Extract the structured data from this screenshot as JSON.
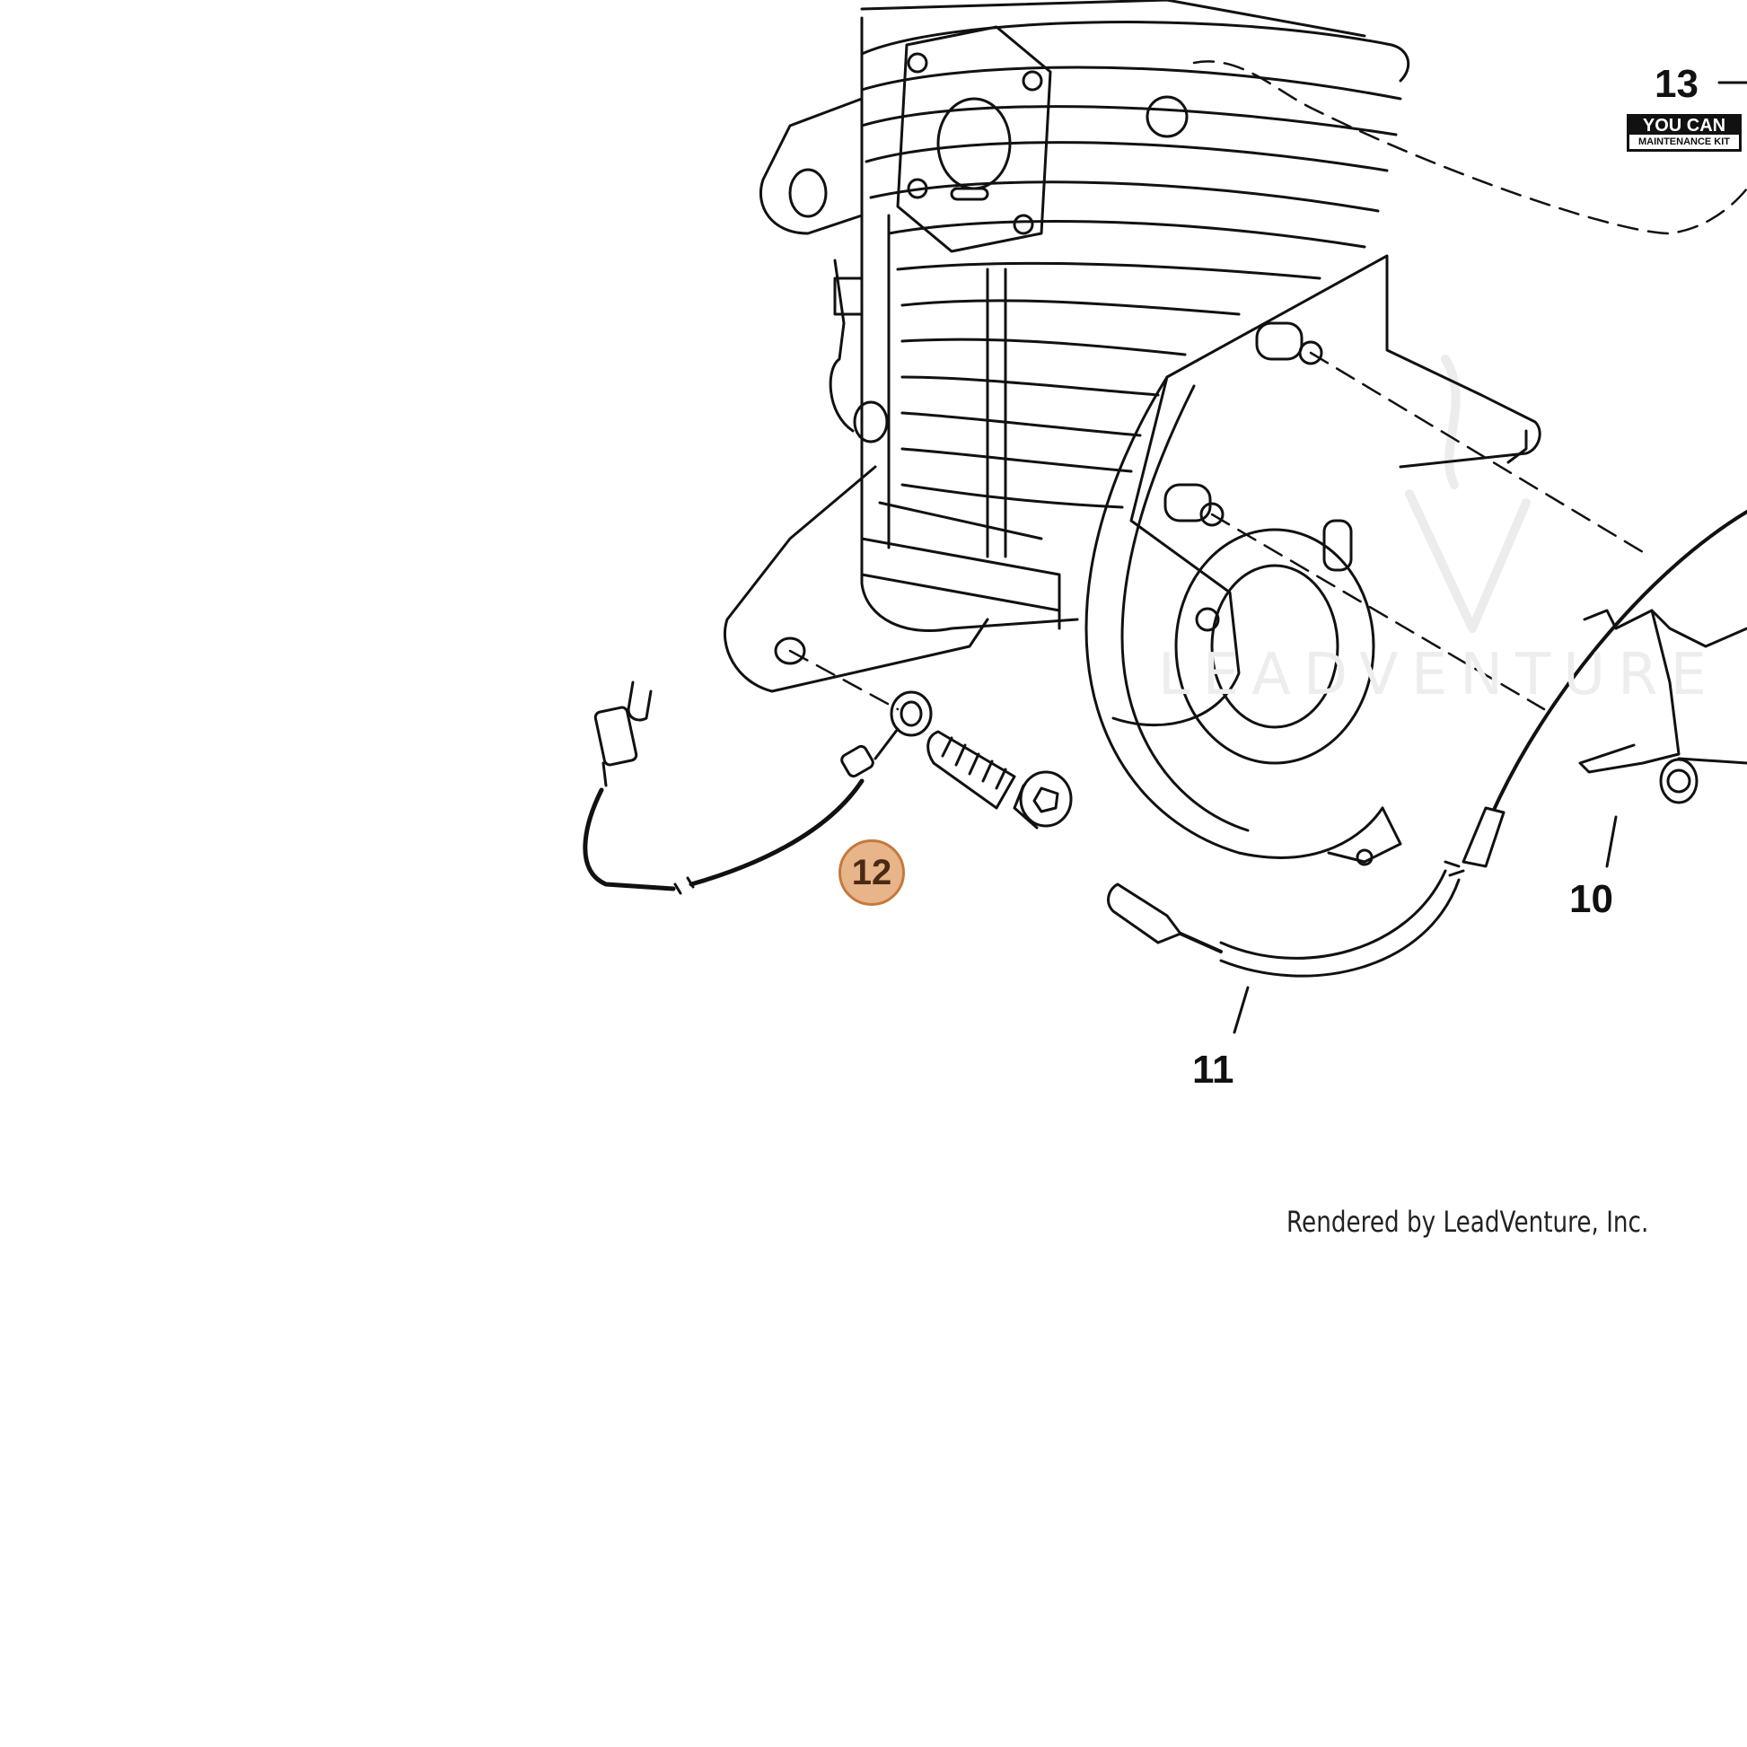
{
  "callouts": [
    {
      "id": "10",
      "label": "10"
    },
    {
      "id": "11",
      "label": "11"
    },
    {
      "id": "12",
      "label": "12",
      "highlighted": true
    },
    {
      "id": "13",
      "label": "13"
    }
  ],
  "badge": {
    "line1": "YOU CAN",
    "line2": "MAINTENANCE KIT"
  },
  "watermark": {
    "text": "LEADVENTURE"
  },
  "credit": "Rendered by LeadVenture, Inc.",
  "colors": {
    "highlight_fill": "#e8b48a",
    "highlight_stroke": "#c47a3c",
    "line": "#111111"
  }
}
